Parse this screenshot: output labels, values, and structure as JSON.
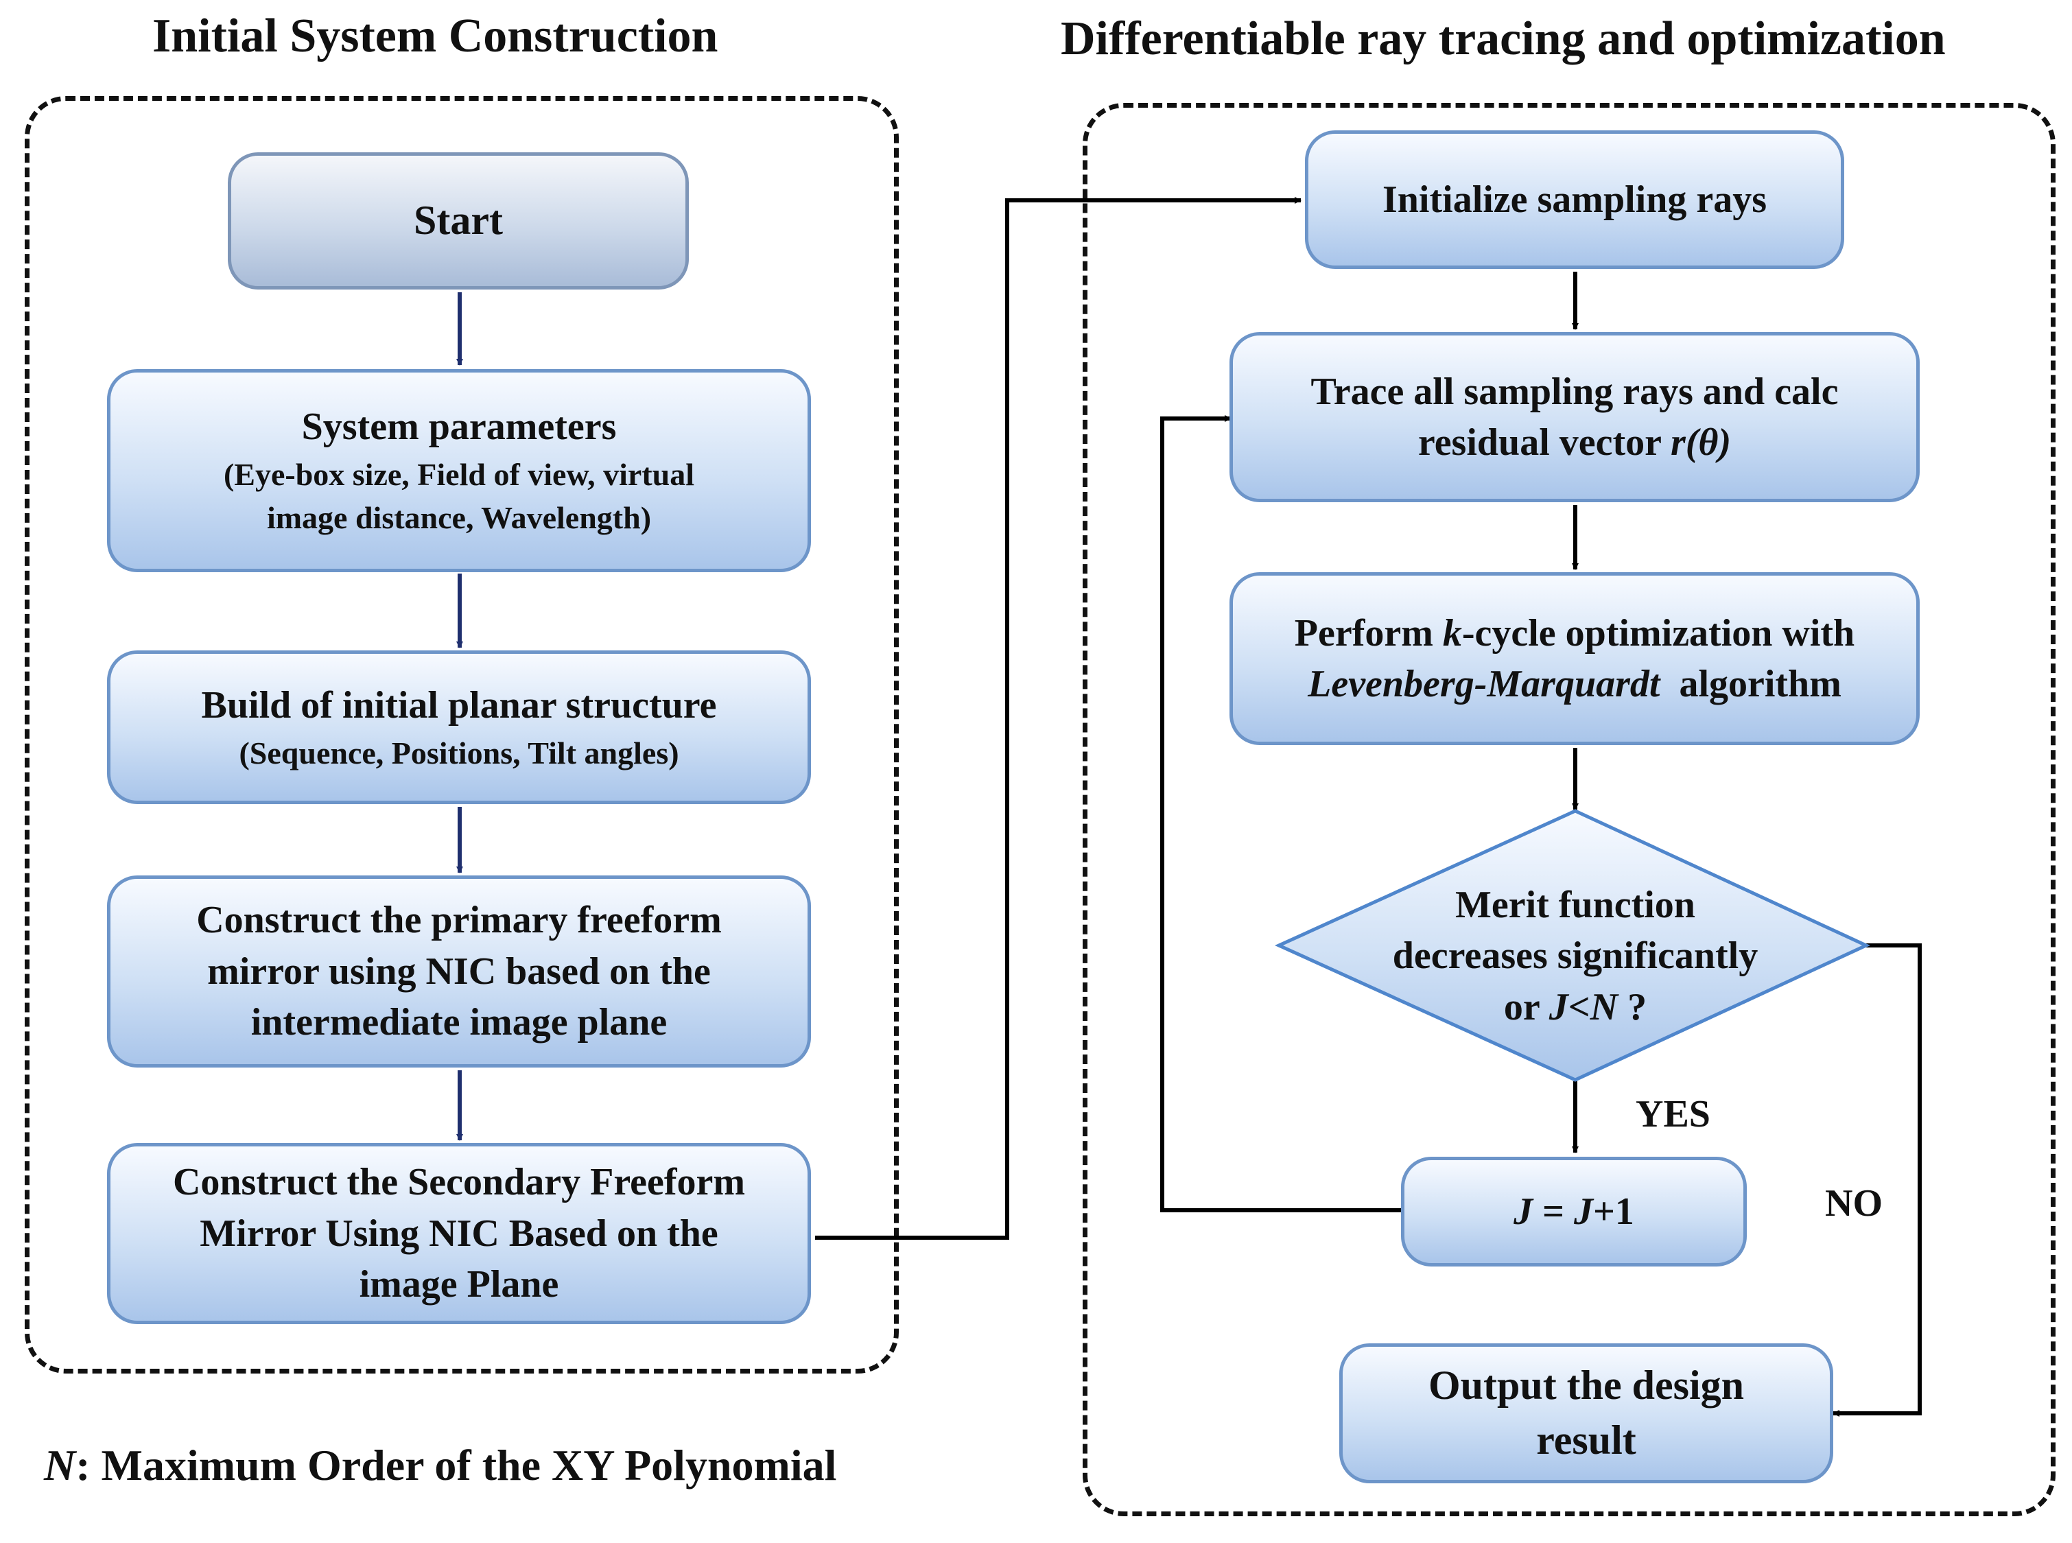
{
  "titles": {
    "left": "Initial System Construction",
    "right": "Differentiable ray tracing and optimization"
  },
  "left_flow": {
    "start": "Start",
    "system_parameters": {
      "title": "System parameters",
      "detail_line1": "(Eye-box size, Field of view, virtual",
      "detail_line2": "image distance, Wavelength)"
    },
    "initial_structure": {
      "title": "Build of initial planar structure",
      "detail": "(Sequence, Positions, Tilt angles)"
    },
    "primary_mirror": {
      "line1": "Construct the primary freeform",
      "line2": "mirror using NIC based on the",
      "line3": "intermediate image plane"
    },
    "secondary_mirror": {
      "line1": "Construct the Secondary Freeform",
      "line2": "Mirror Using NIC Based on the",
      "line3": "image Plane"
    }
  },
  "right_flow": {
    "init_rays": "Initialize sampling rays",
    "trace": {
      "line1": "Trace all sampling rays and calc",
      "line2_prefix": "residual vector ",
      "line2_math": "r(θ)"
    },
    "optimize": {
      "line1_prefix": "Perform ",
      "line1_italic": "k",
      "line1_suffix": "-cycle optimization with",
      "line2_italic": "Levenberg-Marquardt",
      "line2_suffix": "  algorithm"
    },
    "decision": {
      "line1": "Merit function",
      "line2": "decreases significantly",
      "line3_prefix": "or ",
      "line3_math": "J<N",
      "line3_suffix": " ?"
    },
    "increment": {
      "lhs": "J",
      "eq": " = ",
      "rhs_var": "J",
      "rhs_rest": "+1"
    },
    "output": {
      "line1": "Output the design",
      "line2": "result"
    },
    "yes_label": "YES",
    "no_label": "NO"
  },
  "footnote": {
    "symbol": "N",
    "text": ": Maximum Order of the XY Polynomial"
  },
  "colors": {
    "node_border": "#6d95c9",
    "node_fill_top": "#f7faff",
    "node_fill_bottom": "#a9c5ea",
    "decision_fill": "#4f86cc",
    "connector_left": "#1f2f6e",
    "connector_right": "#000000"
  }
}
